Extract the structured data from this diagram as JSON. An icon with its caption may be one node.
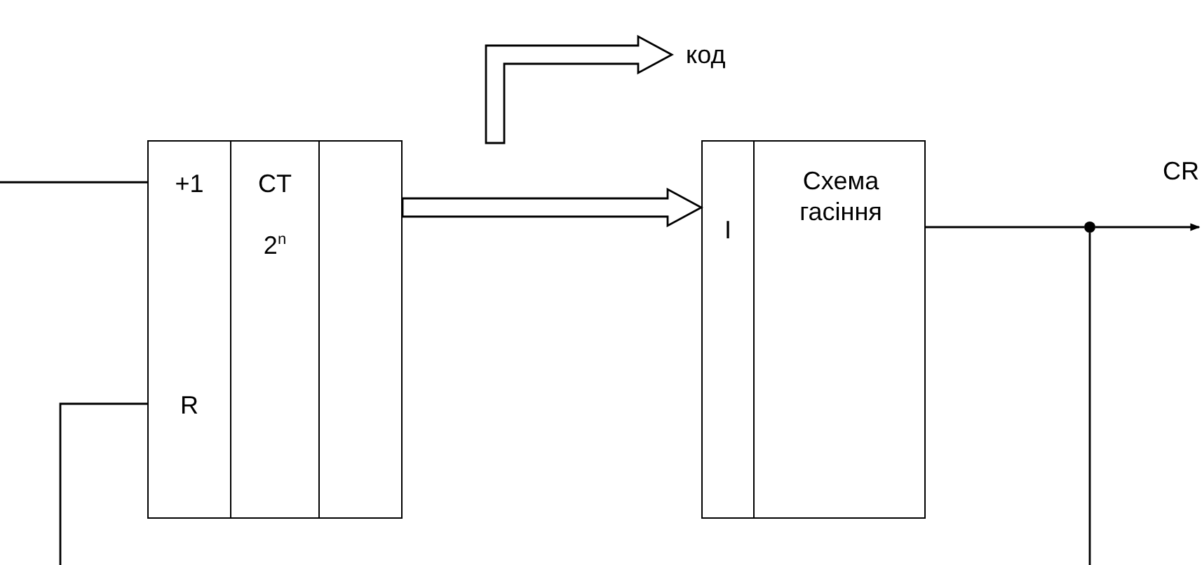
{
  "diagram": {
    "nodes": [
      {
        "text": [],
        "shape": "box"
      },
      {
        "text": [
          "+1",
          "R"
        ],
        "in": 0
      },
      {
        "text": [
          "CT",
          "2$^{n}$"
        ],
        "in": 0
      },
      {
        "text": [],
        "shape": "box",
        "in": 0
      },
      {
        "text": [],
        "shape": "box"
      },
      {
        "text": [
          "I"
        ],
        "in": 4
      },
      {
        "text": [
          "Схема гасіння"
        ],
        "in": 4
      },
      {
        "text": [
          "код"
        ]
      },
      {
        "text": [],
        "shape": "circle"
      }
    ],
    "edges": [
      {
        "from": null,
        "to": 1,
        "arrow": "none"
      },
      {
        "from": null,
        "to": 1,
        "arrow": "none"
      },
      {
        "from": 3,
        "to": 5,
        "arrow": "to",
        "style": "thick"
      },
      {
        "from": null,
        "to": 7,
        "arrow": "to",
        "style": "thick"
      },
      {
        "from": 6,
        "to": 8,
        "arrow": "none"
      },
      {
        "from": 8,
        "to": null,
        "arrow": "to"
      },
      {
        "from": 8,
        "to": null,
        "arrow": "none"
      }
    ],
    "labels": [
      "CR"
    ]
  }
}
